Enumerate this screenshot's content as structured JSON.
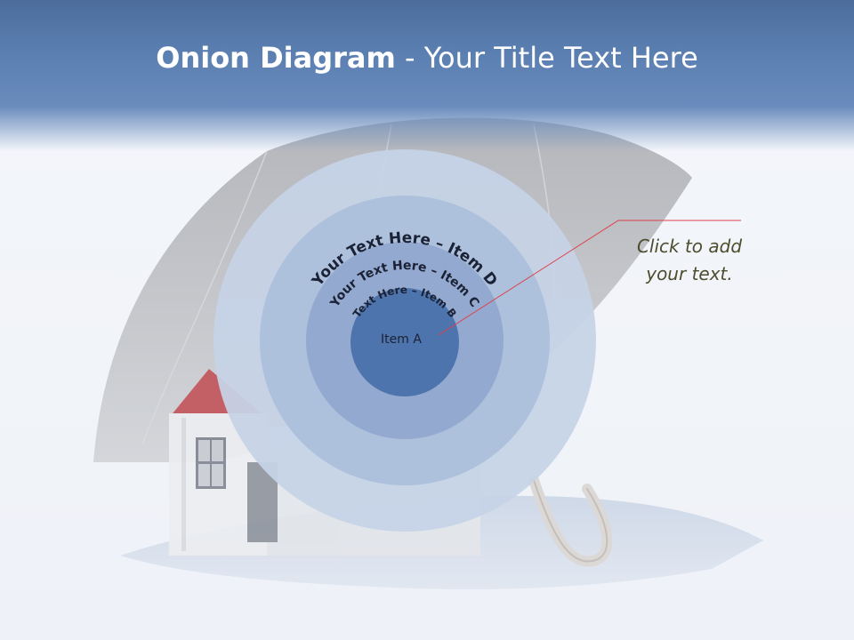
{
  "title": {
    "bold": "Onion Diagram",
    "rest": " - Your Title Text Here"
  },
  "layers": [
    {
      "label": "Your Text Here – Item D",
      "fill": "#c6d3e6"
    },
    {
      "label": "Your Text Here – Item C",
      "fill": "#adc0dc"
    },
    {
      "label": "Text Here – Item B",
      "fill": "#93a9cf"
    },
    {
      "label": "Item A",
      "fill": "#4e74ad"
    }
  ],
  "callout": {
    "line1": "Click  to add",
    "line2": "your text."
  },
  "colors": {
    "header": "#5b7fb1",
    "leader": "#e0404a",
    "text_dark": "#1b2235"
  }
}
